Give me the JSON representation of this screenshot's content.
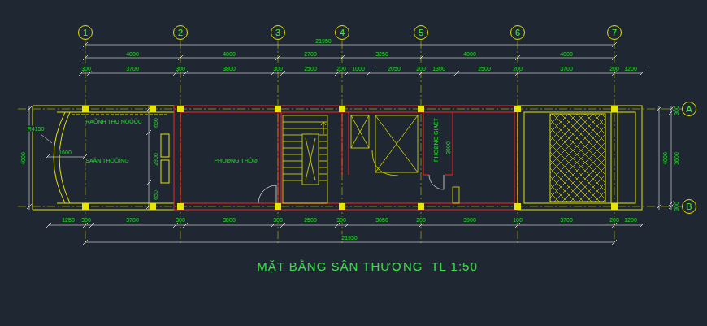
{
  "diagram": {
    "title": "MẶT BẰNG SÂN THƯỢNG  TL 1:50",
    "nodes": [
      {
        "text": [
          "1"
        ]
      },
      {
        "text": [
          "2"
        ]
      },
      {
        "text": [
          "3"
        ]
      },
      {
        "text": [
          "4"
        ]
      },
      {
        "text": [
          "5"
        ]
      },
      {
        "text": [
          "6"
        ]
      },
      {
        "text": [
          "7"
        ]
      },
      {
        "text": [
          "A"
        ]
      },
      {
        "text": [
          "B"
        ]
      }
    ],
    "labels": [
      "RAÕNH THU NÖÔÙC",
      "SAÂN THÖÔÏNG",
      "PHOØNG THÔØ",
      "PHOØNG GIAËT",
      "R4150",
      "1600",
      "21950",
      "4000",
      "4000",
      "2700",
      "3250",
      "4000",
      "4000",
      "300",
      "3700",
      "300",
      "3800",
      "300",
      "2500",
      "200",
      "1000",
      "2050",
      "200",
      "1300",
      "2500",
      "200",
      "3700",
      "200",
      "1200",
      "4000",
      "2900",
      "650",
      "650",
      "2600",
      "300",
      "3600",
      "300",
      "4000",
      "1250",
      "300",
      "3700",
      "300",
      "3800",
      "300",
      "2500",
      "300",
      "3050",
      "200",
      "3900",
      "100",
      "3700",
      "200",
      "1200",
      "21950"
    ]
  }
}
